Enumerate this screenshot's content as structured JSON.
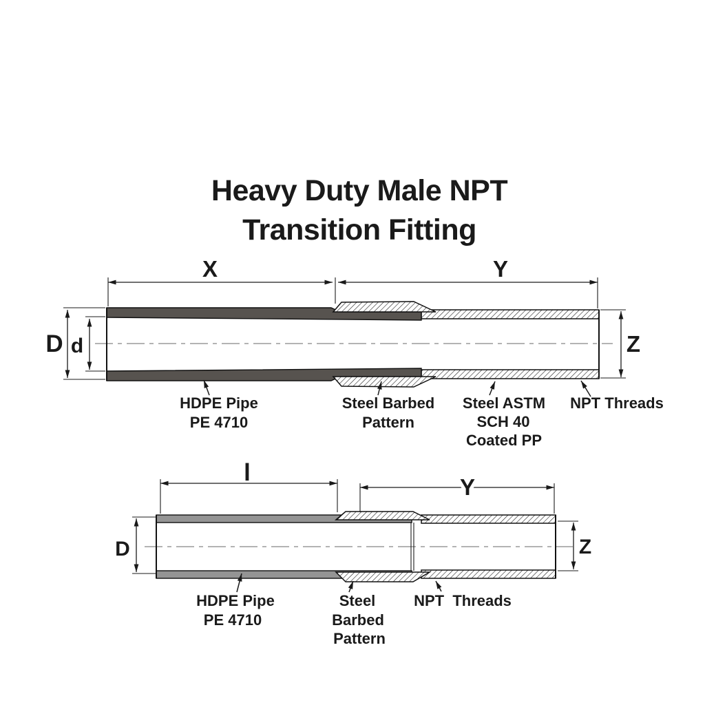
{
  "title": {
    "line1": "Heavy Duty Male NPT",
    "line2": "Transition Fitting"
  },
  "colors": {
    "ink": "#1a1a1a",
    "pipe_dark": "#57534f",
    "pipe_gray": "#949494",
    "centerline": "#9a9a9a",
    "background": "#ffffff"
  },
  "top_view": {
    "dims": {
      "x": "X",
      "y": "Y",
      "outer_diameter": "D",
      "inner_diameter": "d",
      "z": "Z"
    },
    "callouts": {
      "hdpe_line1": "HDPE Pipe",
      "hdpe_line2": "PE 4710",
      "barbed_line1": "Steel Barbed",
      "barbed_line2": "Pattern",
      "steel_line1": "Steel ASTM",
      "steel_line2": "SCH 40",
      "steel_line3": "Coated PP",
      "npt": "NPT Threads"
    }
  },
  "bottom_view": {
    "dims": {
      "l": "l",
      "y": "Y",
      "outer_diameter": "D",
      "z": "Z"
    },
    "callouts": {
      "hdpe_line1": "HDPE Pipe",
      "hdpe_line2": "PE 4710",
      "barbed_line1": "Steel",
      "barbed_line2": "Barbed",
      "barbed_line3": "Pattern",
      "npt": "NPT  Threads"
    }
  }
}
